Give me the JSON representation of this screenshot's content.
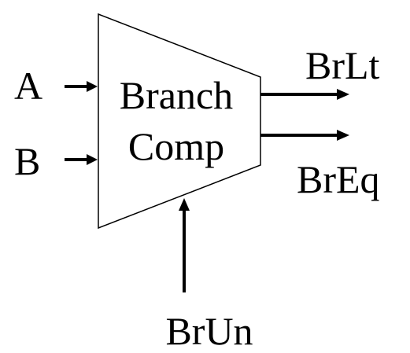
{
  "block": {
    "line1": "Branch",
    "line2": "Comp"
  },
  "inputs": {
    "a": "A",
    "b": "B",
    "control": "BrUn"
  },
  "outputs": {
    "lt": "BrLt",
    "eq": "BrEq"
  }
}
